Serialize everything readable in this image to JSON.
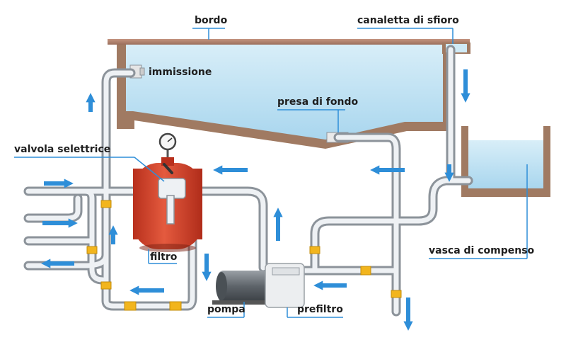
{
  "labels": {
    "bordo": "bordo",
    "canaletta": "canaletta di sfioro",
    "immissione": "immissione",
    "presa": "presa di fondo",
    "valvola": "valvola selettrice",
    "filtro": "filtro",
    "vasca": "vasca di compenso",
    "pompa": "pompa",
    "prefiltro": "prefiltro"
  },
  "colors": {
    "water": "#bfe2f3",
    "pool_wall": "#a07a62",
    "deck": "#b0806a",
    "filter": "#d6452e",
    "pipe": "#dfe3e7",
    "joint": "#f2b51d",
    "arrow": "#2e8ed8",
    "leader": "#2e8ed8"
  },
  "icons": {
    "flow_arrows": "flow-arrow-icon",
    "pressure_gauge": "pressure-gauge-icon"
  }
}
